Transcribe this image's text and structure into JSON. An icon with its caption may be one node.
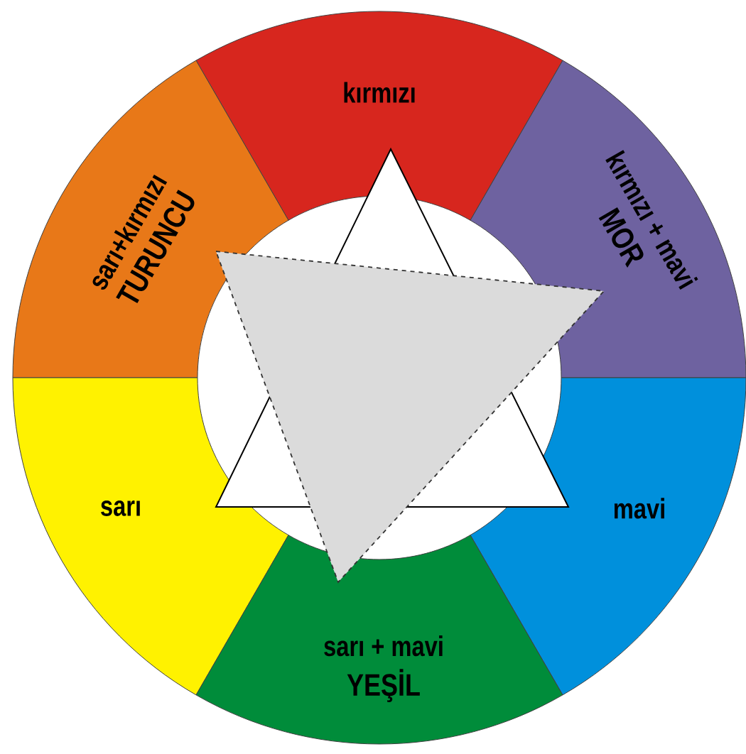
{
  "diagram": {
    "nodes": [
      {
        "text": [
          "kırmızı"
        ]
      },
      {
        "text": [
          "sarı+kırmızı",
          "TURUNCU"
        ]
      },
      {
        "text": [
          "kırmızı + mavi",
          "MOR"
        ]
      },
      {
        "text": [
          "sarı"
        ]
      },
      {
        "text": [
          "mavi"
        ]
      },
      {
        "text": [
          "sarı + mavi",
          "YEŞİL"
        ]
      }
    ]
  }
}
